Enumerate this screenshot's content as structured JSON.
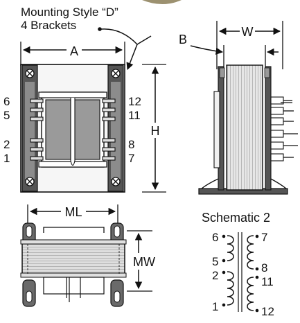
{
  "title": "Mounting Style “D”",
  "subtitle": "4 Brackets",
  "dimensions": {
    "A": "A",
    "B": "B",
    "W": "W",
    "H": "H",
    "ML": "ML",
    "MW": "MW"
  },
  "front_pins": {
    "left": [
      "6",
      "5",
      "2",
      "1"
    ],
    "right": [
      "12",
      "11",
      "8",
      "7"
    ]
  },
  "schematic": {
    "title": "Schematic 2",
    "primary_pins": [
      "6",
      "5",
      "2",
      "1"
    ],
    "secondary_pins": [
      "7",
      "8",
      "11",
      "12"
    ]
  },
  "colors": {
    "bracket": "#4a4a4a",
    "lamination_light": "#d8d8d8",
    "lamination_dark": "#9a9a9a",
    "outline": "#111111",
    "panel_fill": "#f4f4f4"
  }
}
